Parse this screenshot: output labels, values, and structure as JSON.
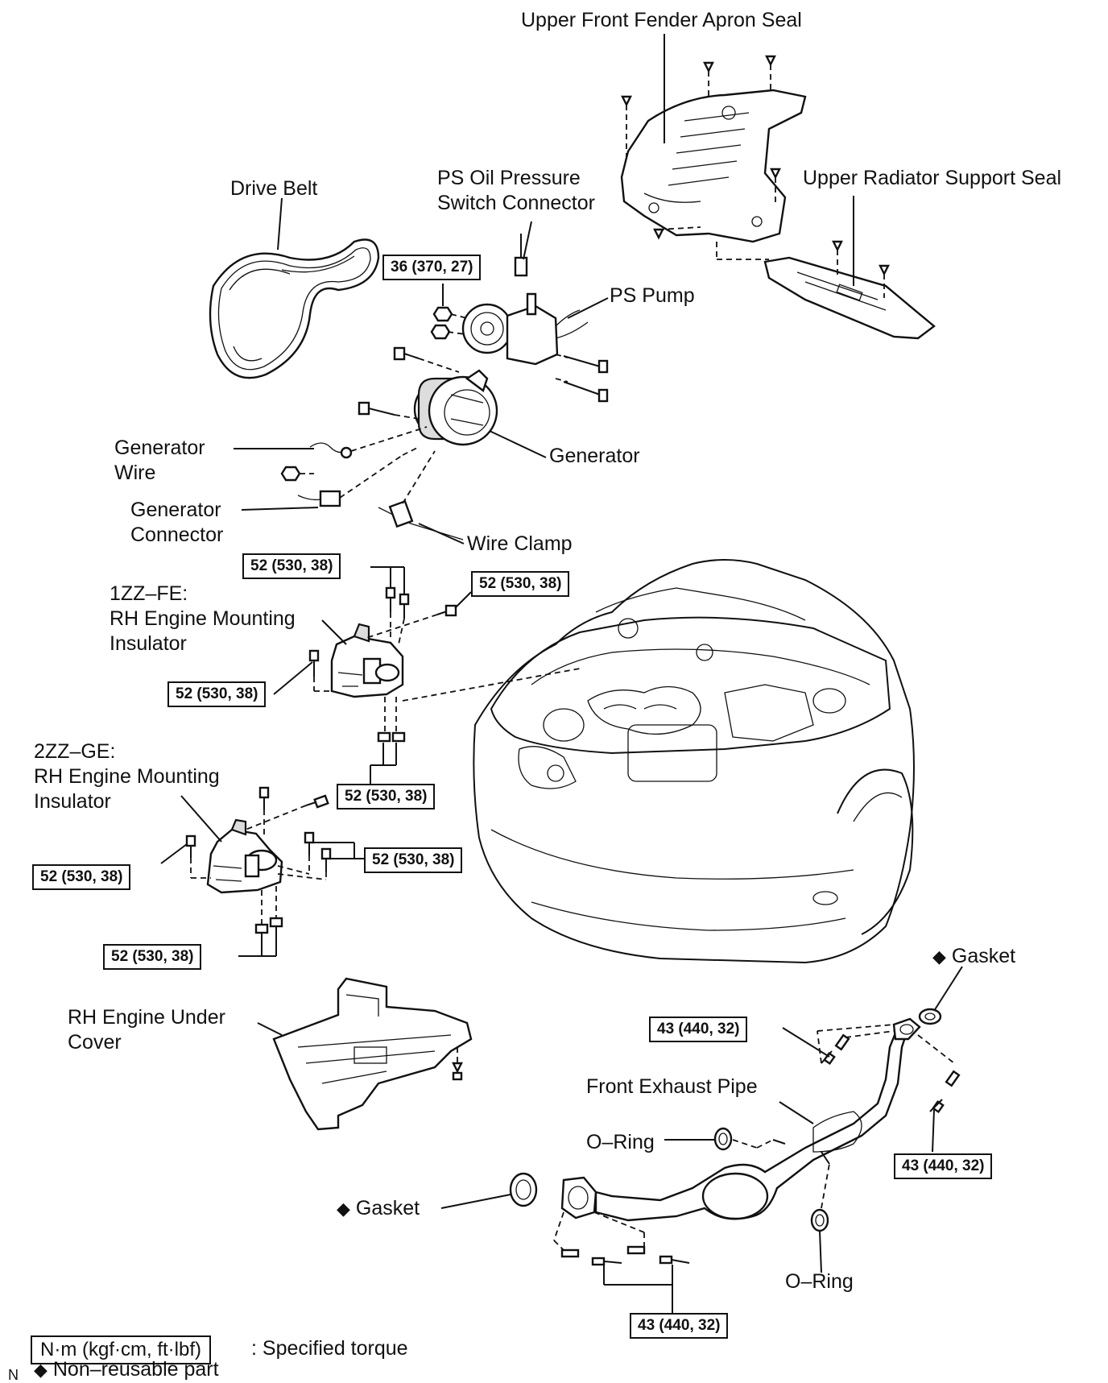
{
  "labels": {
    "upper_front_fender_apron_seal": "Upper Front Fender Apron Seal",
    "upper_radiator_support_seal": "Upper Radiator Support Seal",
    "drive_belt": "Drive Belt",
    "ps_oil_pressure_switch_connector": "PS Oil Pressure\nSwitch Connector",
    "ps_pump": "PS Pump",
    "generator": "Generator",
    "generator_wire": "Generator\nWire",
    "generator_connector": "Generator\nConnector",
    "wire_clamp": "Wire Clamp",
    "rh_mount_1zz": "1ZZ–FE:\nRH Engine Mounting\nInsulator",
    "rh_mount_2zz": "2ZZ–GE:\nRH Engine Mounting\nInsulator",
    "rh_engine_under_cover": "RH Engine Under\nCover",
    "gasket_upper": "Gasket",
    "front_exhaust_pipe": "Front Exhaust Pipe",
    "o_ring_left": "O–Ring",
    "o_ring_right": "O–Ring",
    "gasket_lower": "Gasket"
  },
  "torques": {
    "ps_pump_nut": "36 (370, 27)",
    "mount_1zz_top": "52 (530, 38)",
    "mount_1zz_right": "52 (530, 38)",
    "mount_1zz_left": "52 (530, 38)",
    "mount_1zz_bottom": "52 (530, 38)",
    "mount_2zz_left": "52 (530, 38)",
    "mount_2zz_right": "52 (530, 38)",
    "mount_2zz_bottom": "52 (530, 38)",
    "exhaust_top": "43 (440, 32)",
    "exhaust_right": "43 (440, 32)",
    "exhaust_bottom": "43 (440, 32)"
  },
  "legend": {
    "torque_unit": "N·m (kgf·cm, ft·lbf)",
    "torque_desc": ": Specified torque",
    "non_reusable_symbol": "◆",
    "non_reusable": "Non–reusable part",
    "corner_mark": "N"
  },
  "symbols": {
    "diamond": "◆"
  }
}
